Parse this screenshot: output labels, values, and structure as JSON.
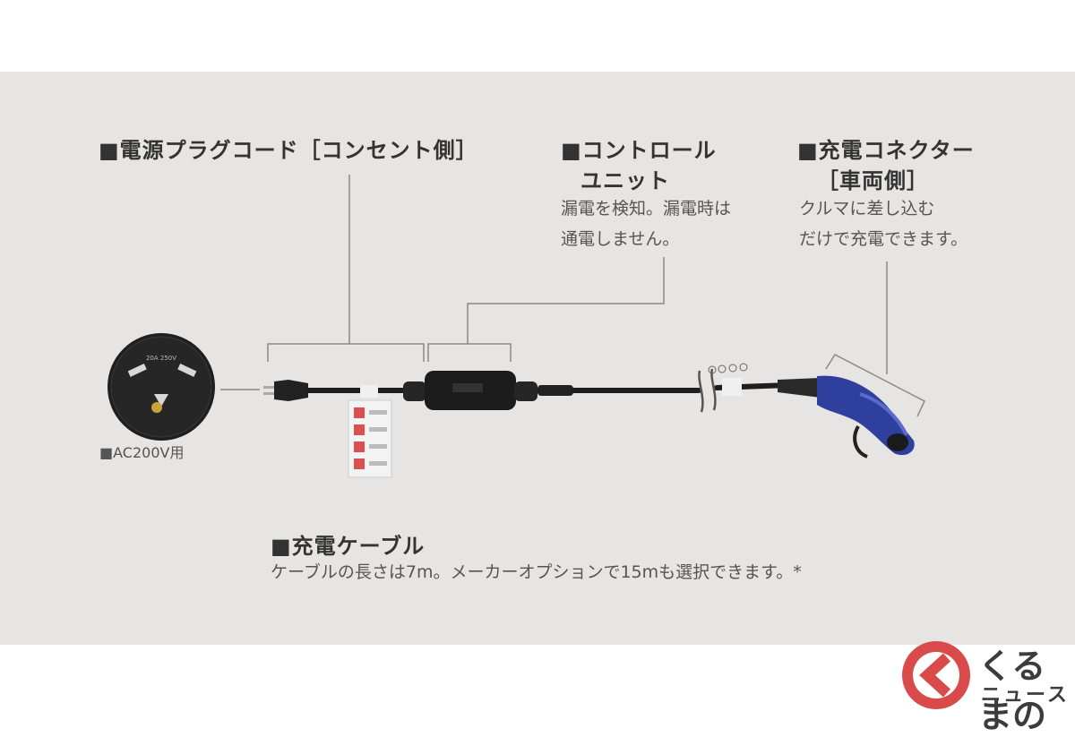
{
  "labels": {
    "plug_cord": {
      "title": "■電源プラグコード［コンセント側］"
    },
    "control_unit": {
      "title_line1": "■コントロール",
      "title_line2": "ユニット",
      "desc_line1": "漏電を検知。漏電時は",
      "desc_line2": "通電しません。"
    },
    "connector": {
      "title_line1": "■充電コネクター",
      "title_line2": "［車両側］",
      "desc_line1": "クルマに差し込む",
      "desc_line2": "だけで充電できます。"
    },
    "outlet": {
      "caption": "■AC200V用",
      "rating": "20A 250V"
    },
    "cable": {
      "title": "■充電ケーブル",
      "desc": "ケーブルの長さは7m。メーカーオプションで15mも選択できます。*"
    }
  },
  "logo": {
    "line1": "くるまの",
    "line2": "ニュース"
  },
  "colors": {
    "panel_bg": "#e6e5e3",
    "leader_line": "#8a8a8a",
    "cable": "#1e1e1e",
    "connector_blue": "#2f3f9e",
    "logo_red": "#d94a4a"
  }
}
